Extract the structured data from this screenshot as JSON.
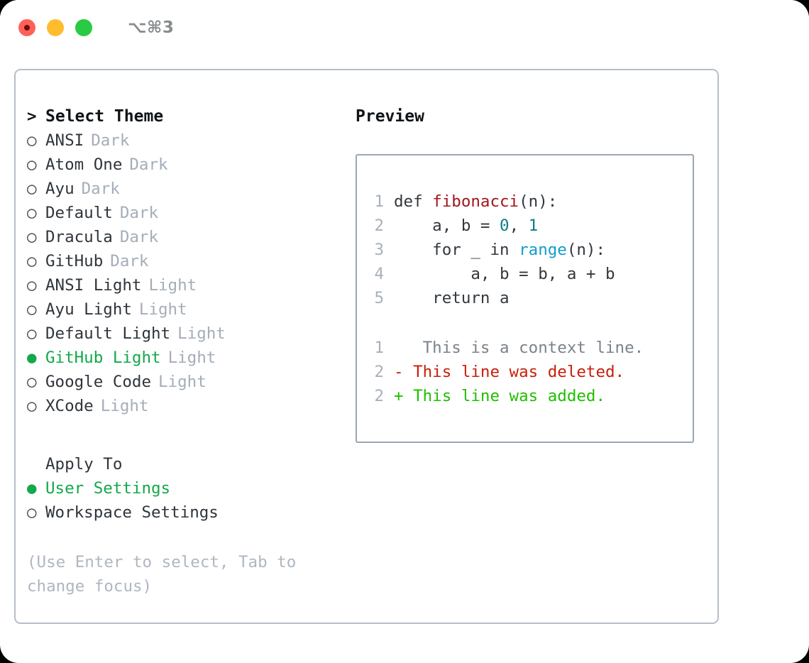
{
  "window": {
    "shortcut_label": "⌥⌘3",
    "traffic_lights": [
      "close",
      "minimize",
      "maximize"
    ]
  },
  "theme_list": {
    "header_marker": ">",
    "header_label": "Select Theme",
    "items": [
      {
        "marker": "○",
        "label": "ANSI",
        "suffix": "Dark",
        "selected": false
      },
      {
        "marker": "○",
        "label": "Atom One",
        "suffix": "Dark",
        "selected": false
      },
      {
        "marker": "○",
        "label": "Ayu",
        "suffix": "Dark",
        "selected": false
      },
      {
        "marker": "○",
        "label": "Default",
        "suffix": "Dark",
        "selected": false
      },
      {
        "marker": "○",
        "label": "Dracula",
        "suffix": "Dark",
        "selected": false
      },
      {
        "marker": "○",
        "label": "GitHub",
        "suffix": "Dark",
        "selected": false
      },
      {
        "marker": "○",
        "label": "ANSI Light",
        "suffix": "Light",
        "selected": false
      },
      {
        "marker": "○",
        "label": "Ayu Light",
        "suffix": "Light",
        "selected": false
      },
      {
        "marker": "○",
        "label": "Default Light",
        "suffix": "Light",
        "selected": false
      },
      {
        "marker": "●",
        "label": "GitHub Light",
        "suffix": "Light",
        "selected": true
      },
      {
        "marker": "○",
        "label": "Google Code",
        "suffix": "Light",
        "selected": false
      },
      {
        "marker": "○",
        "label": "XCode",
        "suffix": "Light",
        "selected": false
      }
    ]
  },
  "apply_to": {
    "header_label": "Apply To",
    "items": [
      {
        "marker": "●",
        "label": "User Settings",
        "selected": true
      },
      {
        "marker": "○",
        "label": "Workspace Settings",
        "selected": false
      }
    ]
  },
  "hint": {
    "text": "(Use Enter to select, Tab to change focus)"
  },
  "preview": {
    "title": "Preview",
    "code_lines": [
      {
        "no": "1",
        "segments": [
          {
            "t": "def ",
            "cls": "code-text"
          },
          {
            "t": "fibonacci",
            "cls": "tok-fn"
          },
          {
            "t": "(n):",
            "cls": "code-text"
          }
        ]
      },
      {
        "no": "2",
        "segments": [
          {
            "t": "    a, b = ",
            "cls": "code-text"
          },
          {
            "t": "0",
            "cls": "tok-num"
          },
          {
            "t": ", ",
            "cls": "code-text"
          },
          {
            "t": "1",
            "cls": "tok-num"
          }
        ]
      },
      {
        "no": "3",
        "segments": [
          {
            "t": "    for _ in ",
            "cls": "code-text"
          },
          {
            "t": "range",
            "cls": "tok-builtin"
          },
          {
            "t": "(n):",
            "cls": "code-text"
          }
        ]
      },
      {
        "no": "4",
        "segments": [
          {
            "t": "        a, b = b, a + b",
            "cls": "code-text"
          }
        ]
      },
      {
        "no": "5",
        "segments": [
          {
            "t": "    return a",
            "cls": "code-text"
          }
        ]
      }
    ],
    "diff_lines": [
      {
        "no": "1",
        "sign": " ",
        "text": "  This is a context line.",
        "kind": "diff-context"
      },
      {
        "no": "2",
        "sign": "-",
        "text": " This line was deleted.",
        "kind": "diff-del"
      },
      {
        "no": "2",
        "sign": "+",
        "text": " This line was added.",
        "kind": "diff-add"
      }
    ]
  },
  "colors": {
    "accent_green": "#13a849",
    "diff_add": "#1fbf00",
    "diff_delete": "#c81e0a",
    "function_name": "#a3161b",
    "number_literal": "#0e7c86",
    "builtin": "#119dcb",
    "muted": "#a5adb8",
    "border": "#b5bec9"
  }
}
